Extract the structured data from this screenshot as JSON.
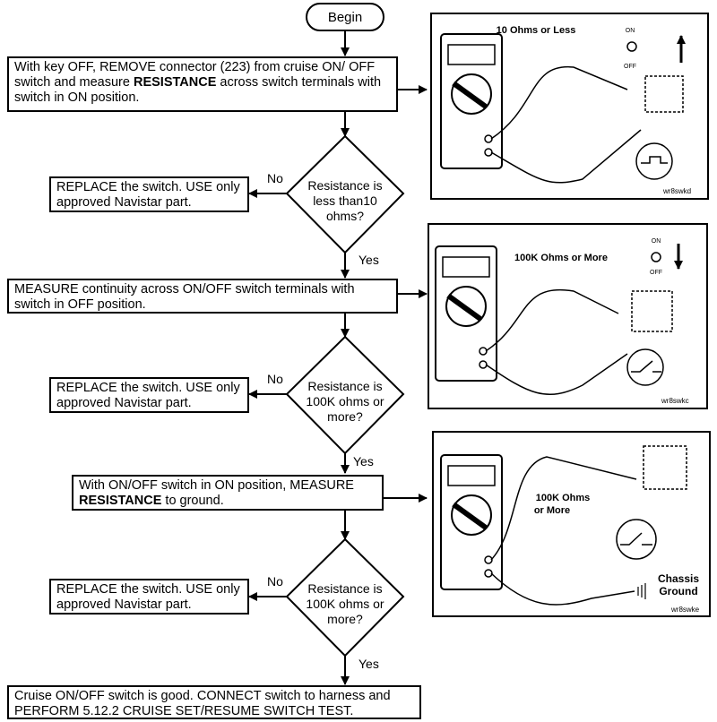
{
  "start": "Begin",
  "step1": {
    "pre": "With key OFF, REMOVE connector (223) from cruise ON/ OFF switch and measure ",
    "bold": "RESISTANCE",
    "post": " across switch terminals with switch in ON position."
  },
  "decision1": {
    "line1": "Resistance is",
    "line2": "less than10",
    "line3": "ohms?"
  },
  "no": "No",
  "yes": "Yes",
  "replace1": "REPLACE the switch. USE only approved Navistar part.",
  "step2": "MEASURE continuity across ON/OFF switch terminals with switch in OFF position.",
  "decision2": {
    "line1": "Resistance is",
    "line2": "100K ohms or",
    "line3": "more?"
  },
  "replace2": "REPLACE the switch. USE only approved Navistar part.",
  "step3": {
    "pre": "With ON/OFF switch in ON position, MEASURE ",
    "bold": "RESISTANCE",
    "post": " to ground."
  },
  "decision3": {
    "line1": "Resistance is",
    "line2": "100K ohms or",
    "line3": "more?"
  },
  "replace3": "REPLACE the switch. USE only approved Navistar part.",
  "final": "Cruise ON/OFF switch is good. CONNECT switch to harness and PERFORM 5.12.2 CRUISE SET/RESUME SWITCH TEST.",
  "panel1": {
    "title": "10 Ohms or Less",
    "on": "ON",
    "off": "OFF",
    "code": "wr8swkd"
  },
  "panel2": {
    "title": "100K Ohms or More",
    "on": "ON",
    "off": "OFF",
    "code": "wr8swkc"
  },
  "panel3": {
    "title1": "100K Ohms",
    "title2": "or More",
    "ground1": "Chassis",
    "ground2": "Ground",
    "code": "wr8swke"
  }
}
